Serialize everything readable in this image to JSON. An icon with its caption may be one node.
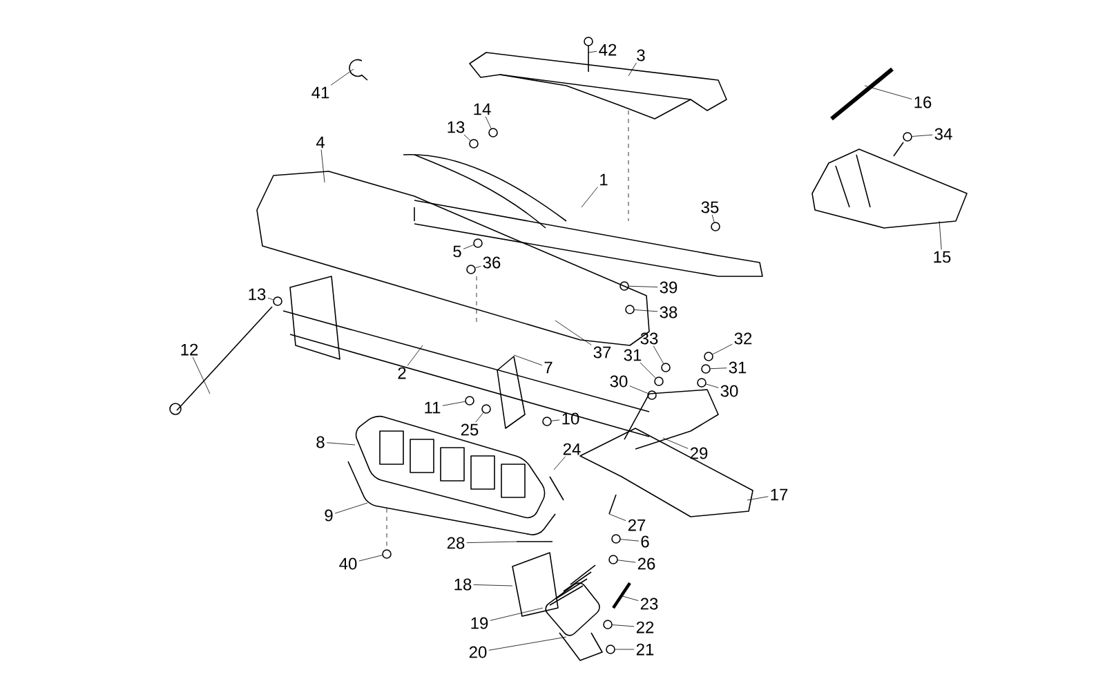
{
  "diagram": {
    "nodes": [
      {
        "text": [
          "42"
        ]
      },
      {
        "text": [
          "3"
        ]
      },
      {
        "text": [
          "41"
        ]
      },
      {
        "text": [
          "14"
        ]
      },
      {
        "text": [
          "13"
        ]
      },
      {
        "text": [
          "16"
        ]
      },
      {
        "text": [
          "34"
        ]
      },
      {
        "text": [
          "4"
        ]
      },
      {
        "text": [
          "1"
        ]
      },
      {
        "text": [
          "35"
        ]
      },
      {
        "text": [
          "15"
        ]
      },
      {
        "text": [
          "5"
        ]
      },
      {
        "text": [
          "36"
        ]
      },
      {
        "text": [
          "39"
        ]
      },
      {
        "text": [
          "38"
        ]
      },
      {
        "text": [
          "13"
        ]
      },
      {
        "text": [
          "12"
        ]
      },
      {
        "text": [
          "33"
        ]
      },
      {
        "text": [
          "32"
        ]
      },
      {
        "text": [
          "37"
        ]
      },
      {
        "text": [
          "7"
        ]
      },
      {
        "text": [
          "31"
        ]
      },
      {
        "text": [
          "31"
        ]
      },
      {
        "text": [
          "30"
        ]
      },
      {
        "text": [
          "30"
        ]
      },
      {
        "text": [
          "2"
        ]
      },
      {
        "text": [
          "11"
        ]
      },
      {
        "text": [
          "25"
        ]
      },
      {
        "text": [
          "10"
        ]
      },
      {
        "text": [
          "29"
        ]
      },
      {
        "text": [
          "24"
        ]
      },
      {
        "text": [
          "8"
        ]
      },
      {
        "text": [
          "17"
        ]
      },
      {
        "text": [
          "9"
        ]
      },
      {
        "text": [
          "27"
        ]
      },
      {
        "text": [
          "6"
        ]
      },
      {
        "text": [
          "28"
        ]
      },
      {
        "text": [
          "26"
        ]
      },
      {
        "text": [
          "40"
        ]
      },
      {
        "text": [
          "18"
        ]
      },
      {
        "text": [
          "23"
        ]
      },
      {
        "text": [
          "19"
        ]
      },
      {
        "text": [
          "22"
        ]
      },
      {
        "text": [
          "21"
        ]
      },
      {
        "text": [
          "20"
        ]
      },
      {
        "text": [],
        "shape": "circle"
      },
      {
        "text": [],
        "shape": "circle"
      },
      {
        "text": [],
        "shape": "circle"
      },
      {
        "text": [],
        "shape": "circle"
      },
      {
        "text": [],
        "shape": "circle"
      },
      {
        "text": [],
        "shape": "circle"
      },
      {
        "text": [],
        "shape": "circle"
      },
      {
        "text": [],
        "shape": "circle"
      },
      {
        "text": [],
        "shape": "circle"
      },
      {
        "text": [],
        "shape": "circle"
      },
      {
        "text": [],
        "shape": "circle"
      },
      {
        "text": [],
        "shape": "circle"
      },
      {
        "text": [],
        "shape": "circle"
      },
      {
        "text": [],
        "shape": "circle"
      },
      {
        "text": [],
        "shape": "circle"
      },
      {
        "text": [],
        "shape": "circle"
      },
      {
        "text": [],
        "shape": "circle"
      },
      {
        "text": [],
        "shape": "circle"
      },
      {
        "text": [],
        "shape": "circle"
      },
      {
        "text": [],
        "shape": "circle"
      },
      {
        "text": [],
        "shape": "circle"
      },
      {
        "text": [],
        "shape": "circle"
      },
      {
        "text": [],
        "shape": "circle"
      }
    ],
    "edges": [
      {
        "from": 0,
        "to": null,
        "arrow": "none"
      },
      {
        "from": 1,
        "to": null,
        "arrow": "none"
      },
      {
        "from": 2,
        "to": null,
        "arrow": "none"
      },
      {
        "from": 3,
        "to": 46,
        "arrow": "none"
      },
      {
        "from": 4,
        "to": 47,
        "arrow": "none"
      },
      {
        "from": 5,
        "to": null,
        "arrow": "none"
      },
      {
        "from": 6,
        "to": 45,
        "arrow": "none"
      },
      {
        "from": 7,
        "to": null,
        "arrow": "none"
      },
      {
        "from": 8,
        "to": null,
        "arrow": "none"
      },
      {
        "from": 9,
        "to": 48,
        "arrow": "none"
      },
      {
        "from": 10,
        "to": null,
        "arrow": "none"
      },
      {
        "from": 11,
        "to": 49,
        "arrow": "none"
      },
      {
        "from": 12,
        "to": 50,
        "arrow": "none"
      },
      {
        "from": 13,
        "to": 51,
        "arrow": "none"
      },
      {
        "from": 14,
        "to": 52,
        "arrow": "none"
      },
      {
        "from": 15,
        "to": 53,
        "arrow": "none"
      },
      {
        "from": 16,
        "to": null,
        "arrow": "none"
      },
      {
        "from": 17,
        "to": 54,
        "arrow": "none"
      },
      {
        "from": 18,
        "to": 55,
        "arrow": "none"
      },
      {
        "from": 19,
        "to": null,
        "arrow": "none"
      },
      {
        "from": 20,
        "to": null,
        "arrow": "none"
      },
      {
        "from": 21,
        "to": 56,
        "arrow": "none"
      },
      {
        "from": 22,
        "to": 57,
        "arrow": "none"
      },
      {
        "from": 23,
        "to": 58,
        "arrow": "none"
      },
      {
        "from": 24,
        "to": 59,
        "arrow": "none"
      },
      {
        "from": 25,
        "to": null,
        "arrow": "none"
      },
      {
        "from": 26,
        "to": 60,
        "arrow": "none"
      },
      {
        "from": 27,
        "to": 61,
        "arrow": "none"
      },
      {
        "from": 28,
        "to": 62,
        "arrow": "none"
      },
      {
        "from": 29,
        "to": null,
        "arrow": "none"
      },
      {
        "from": 30,
        "to": null,
        "arrow": "none"
      },
      {
        "from": 31,
        "to": null,
        "arrow": "none"
      },
      {
        "from": 32,
        "to": null,
        "arrow": "none"
      },
      {
        "from": 33,
        "to": null,
        "arrow": "none"
      },
      {
        "from": 34,
        "to": null,
        "arrow": "none"
      },
      {
        "from": 35,
        "to": 63,
        "arrow": "none"
      },
      {
        "from": 36,
        "to": null,
        "arrow": "none"
      },
      {
        "from": 37,
        "to": 64,
        "arrow": "none"
      },
      {
        "from": 38,
        "to": 65,
        "arrow": "none"
      },
      {
        "from": 39,
        "to": null,
        "arrow": "none"
      },
      {
        "from": 40,
        "to": null,
        "arrow": "none"
      },
      {
        "from": 41,
        "to": null,
        "arrow": "none"
      },
      {
        "from": 42,
        "to": 66,
        "arrow": "none"
      },
      {
        "from": 43,
        "to": 67,
        "arrow": "none"
      },
      {
        "from": 44,
        "to": null,
        "arrow": "none"
      }
    ]
  }
}
